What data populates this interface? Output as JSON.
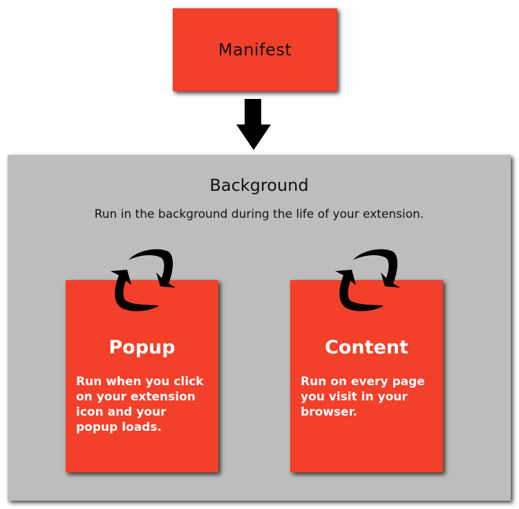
{
  "manifest": {
    "label": "Manifest"
  },
  "background": {
    "title": "Background",
    "description": "Run in the background during the life of your extension."
  },
  "cards": [
    {
      "title": "Popup",
      "description": "Run when you click on your extension icon and your popup loads."
    },
    {
      "title": "Content",
      "description": "Run on every page you visit in your browser."
    }
  ],
  "icons": {
    "arrow": "down-arrow-icon",
    "cycle": "refresh-cycle-icon"
  },
  "colors": {
    "box": "#f2402a",
    "container": "#bcbebd",
    "text_dark": "#111111",
    "text_light": "#ffffff"
  }
}
